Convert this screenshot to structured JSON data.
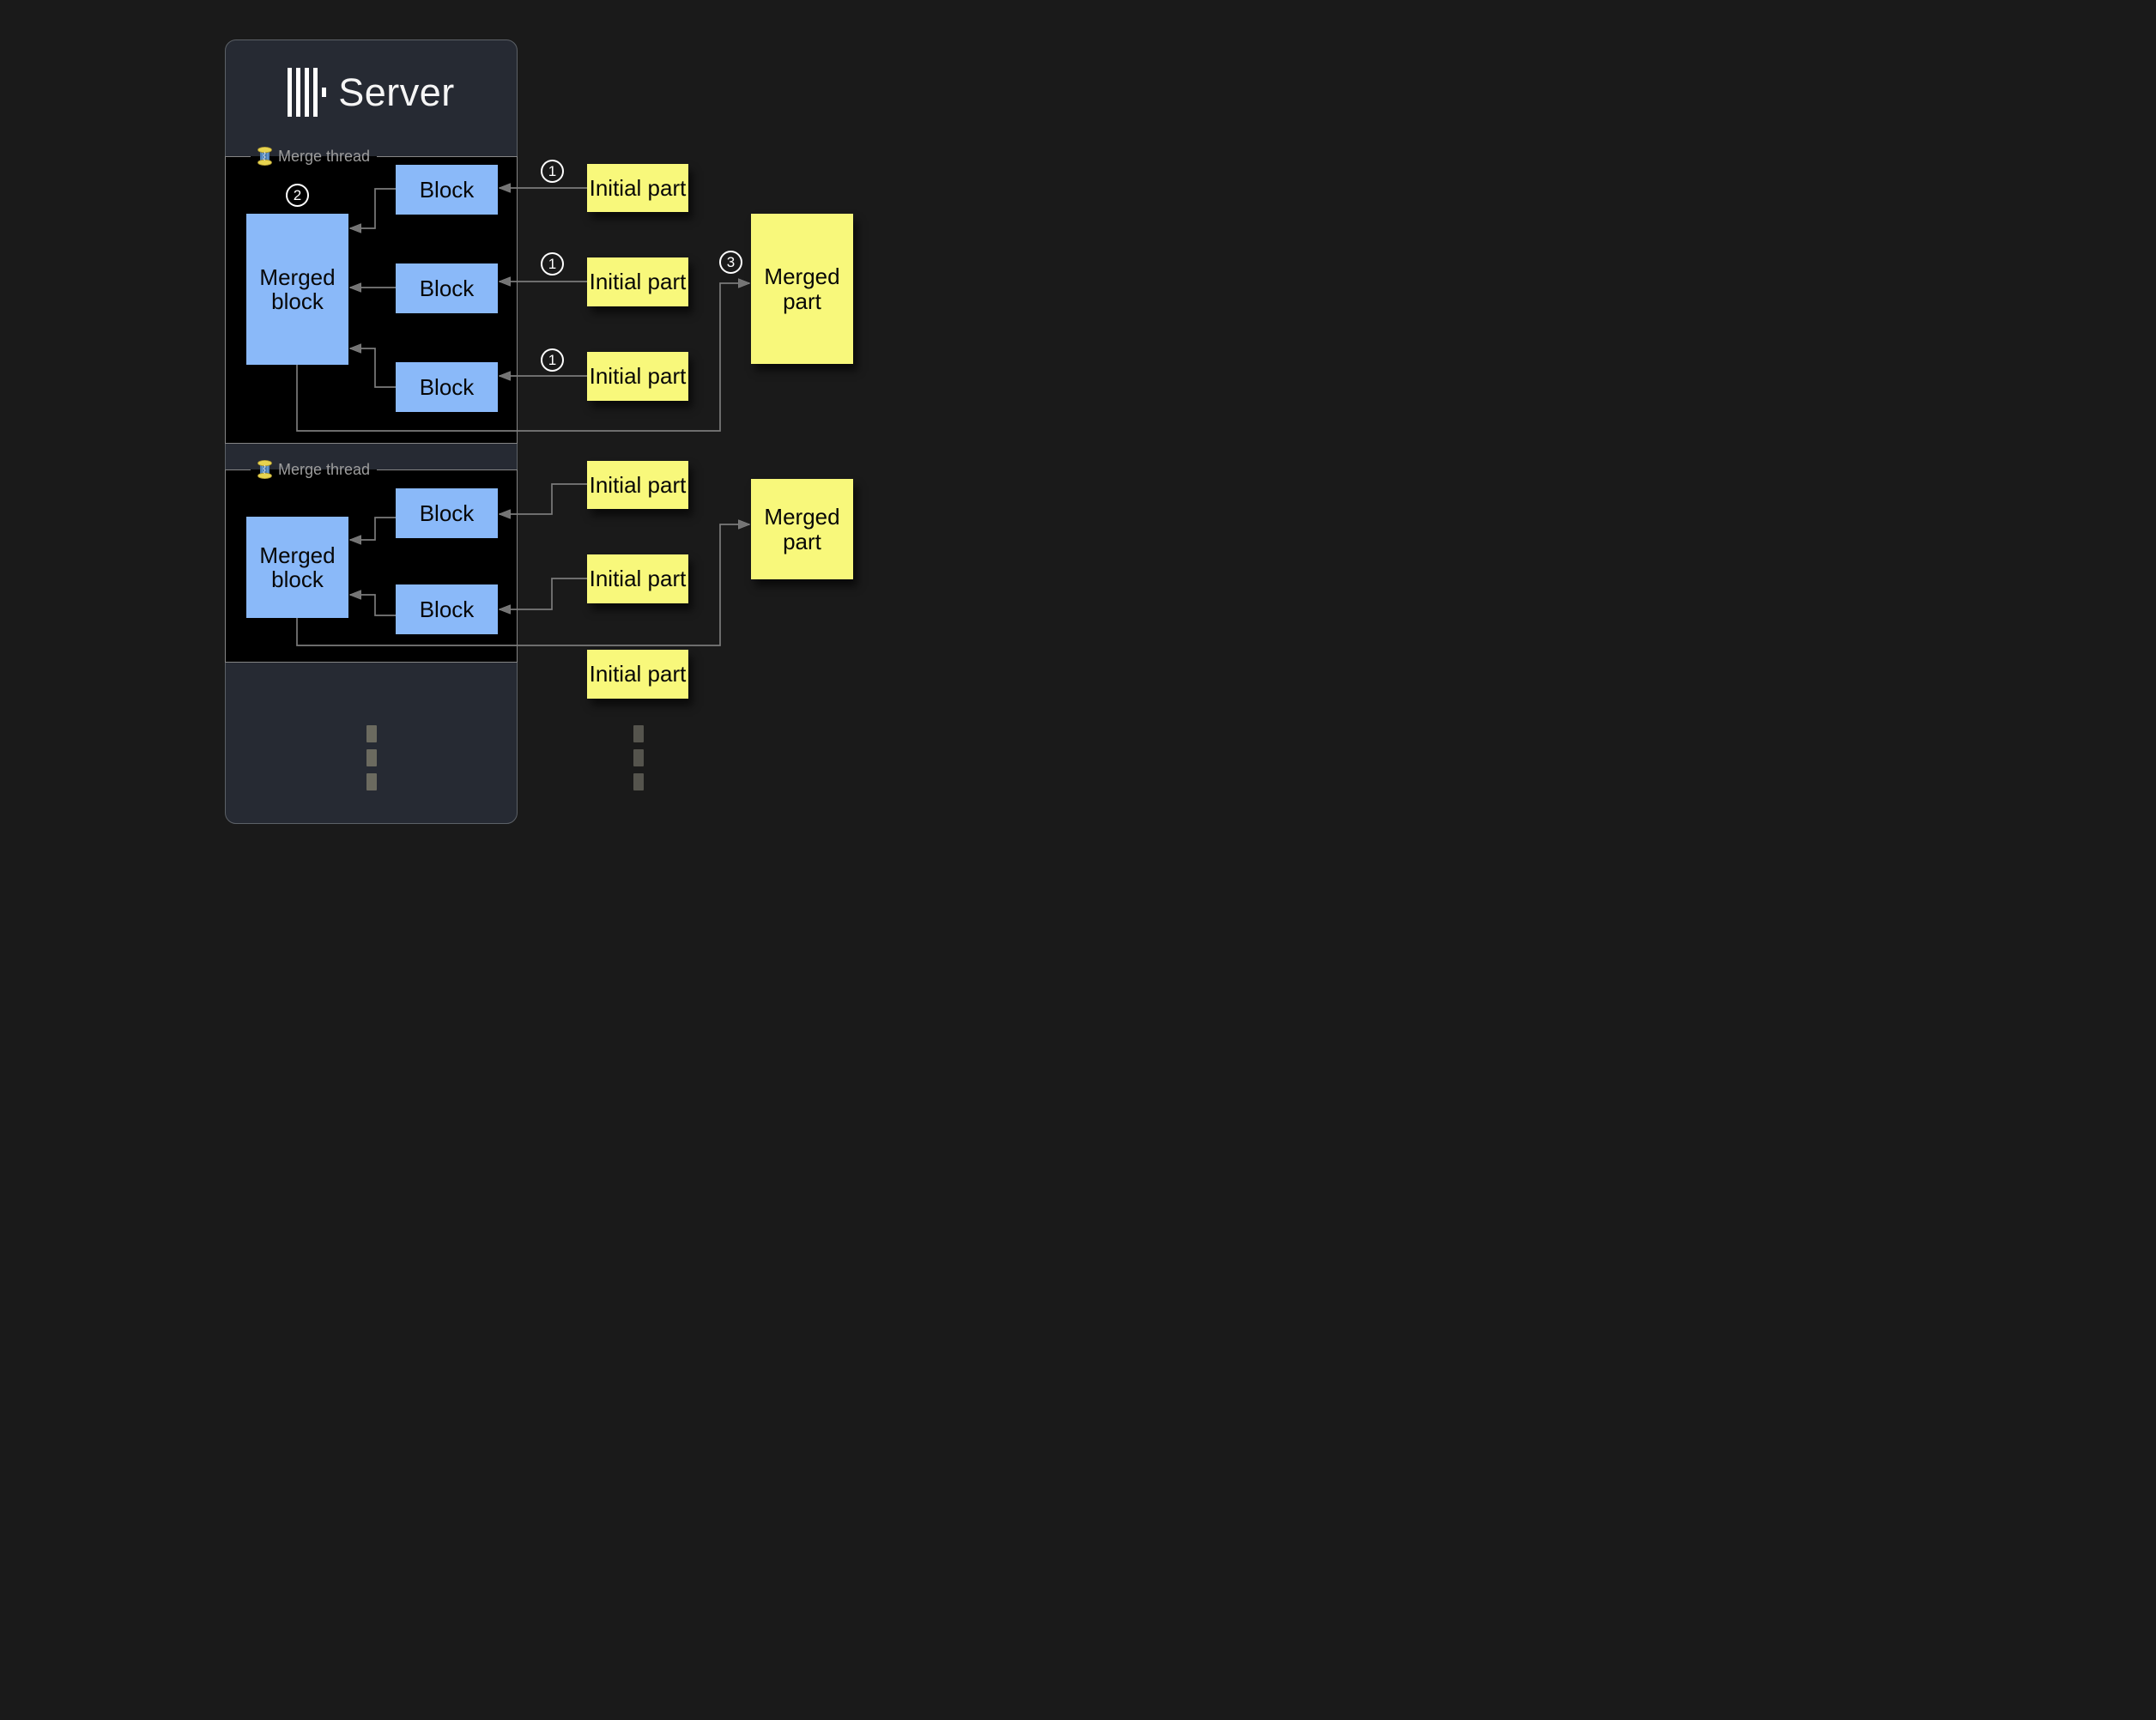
{
  "server": {
    "title": "Server"
  },
  "colors": {
    "background": "#1a1a1a",
    "server_panel": "#262a33",
    "thread_box": "#000000",
    "block_blue": "#8ab9f9",
    "part_yellow": "#f8f87b",
    "connector_gray": "#7b7b7b",
    "legend_gray": "#9d9d9d",
    "title_white": "#f5f5f5"
  },
  "steps": {
    "load": "1",
    "merge": "2",
    "emit": "3"
  },
  "threads": [
    {
      "legend": "Merge thread",
      "merged_block": "Merged block",
      "blocks": [
        "Block",
        "Block",
        "Block"
      ],
      "initial_parts": [
        "Initial part",
        "Initial part",
        "Initial part"
      ],
      "merged_part": "Merged part"
    },
    {
      "legend": "Merge thread",
      "merged_block": "Merged block",
      "blocks": [
        "Block",
        "Block"
      ],
      "initial_parts": [
        "Initial part",
        "Initial part"
      ],
      "merged_part": "Merged part",
      "pending_initial_part": "Initial part"
    }
  ]
}
